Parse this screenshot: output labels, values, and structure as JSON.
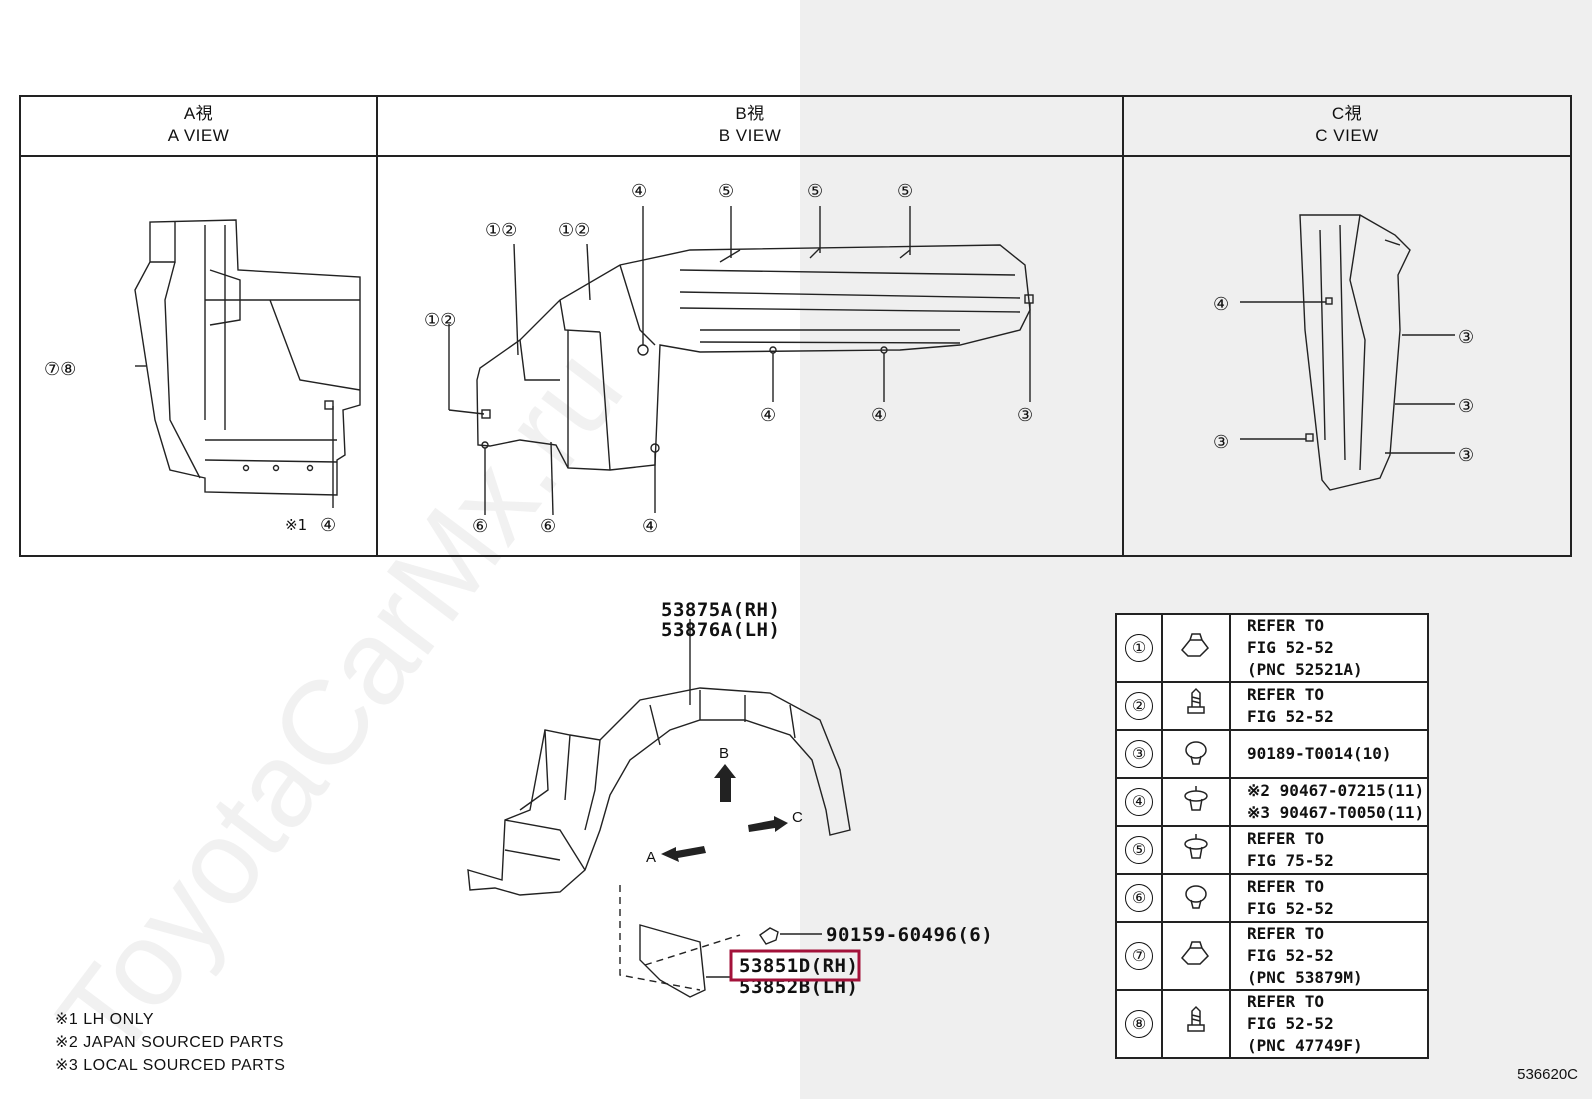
{
  "views": {
    "a": {
      "jp": "A視",
      "en": "A VIEW"
    },
    "b": {
      "jp": "B視",
      "en": "B VIEW"
    },
    "c": {
      "jp": "C視",
      "en": "C VIEW"
    }
  },
  "a_view": {
    "callout_78": "⑦⑧",
    "note_mark": "※1",
    "callout_4": "④"
  },
  "b_view": {
    "c12_a": "①②",
    "c12_b": "①②",
    "c12_c": "①②",
    "c4_top": "④",
    "c5_1": "⑤",
    "c5_2": "⑤",
    "c5_3": "⑤",
    "c4_b1": "④",
    "c4_b2": "④",
    "c4_b3": "④",
    "c3": "③",
    "c6_1": "⑥",
    "c6_2": "⑥"
  },
  "c_view": {
    "c4": "④",
    "c3_1": "③",
    "c3_2": "③",
    "c3_3": "③",
    "c3_4": "③"
  },
  "main": {
    "liner_rh": "53875A(RH)",
    "liner_lh": "53876A(LH)",
    "bolt": "90159-60496(6)",
    "flap_rh": "53851D(RH)",
    "flap_lh": "53852B(LH)",
    "arrow_a": "A",
    "arrow_b": "B",
    "arrow_c": "C"
  },
  "legend": [
    {
      "num": "①",
      "icon": "clip-icon",
      "text": "REFER TO\nFIG 52-52\n(PNC 52521A)"
    },
    {
      "num": "②",
      "icon": "screw-icon",
      "text": "REFER TO\nFIG 52-52"
    },
    {
      "num": "③",
      "icon": "rivet-icon",
      "text": "90189-T0014(10)"
    },
    {
      "num": "④",
      "icon": "push-clip-icon",
      "text": "※2 90467-07215(11)\n※3 90467-T0050(11)"
    },
    {
      "num": "⑤",
      "icon": "push-clip-icon",
      "text": "REFER TO\nFIG 75-52"
    },
    {
      "num": "⑥",
      "icon": "rivet-icon",
      "text": "REFER TO\nFIG 52-52"
    },
    {
      "num": "⑦",
      "icon": "clip-icon",
      "text": "REFER TO\nFIG 52-52\n(PNC 53879M)"
    },
    {
      "num": "⑧",
      "icon": "screw-icon",
      "text": "REFER TO\nFIG 52-52\n(PNC 47749F)"
    }
  ],
  "notes": [
    "※1 LH ONLY",
    "※2 JAPAN SOURCED PARTS",
    "※3 LOCAL SOURCED PARTS"
  ],
  "figure_code": "536620C",
  "watermark": "ToyotaCarMx.ru",
  "colors": {
    "highlight": "#a3123a",
    "line": "#222222"
  }
}
